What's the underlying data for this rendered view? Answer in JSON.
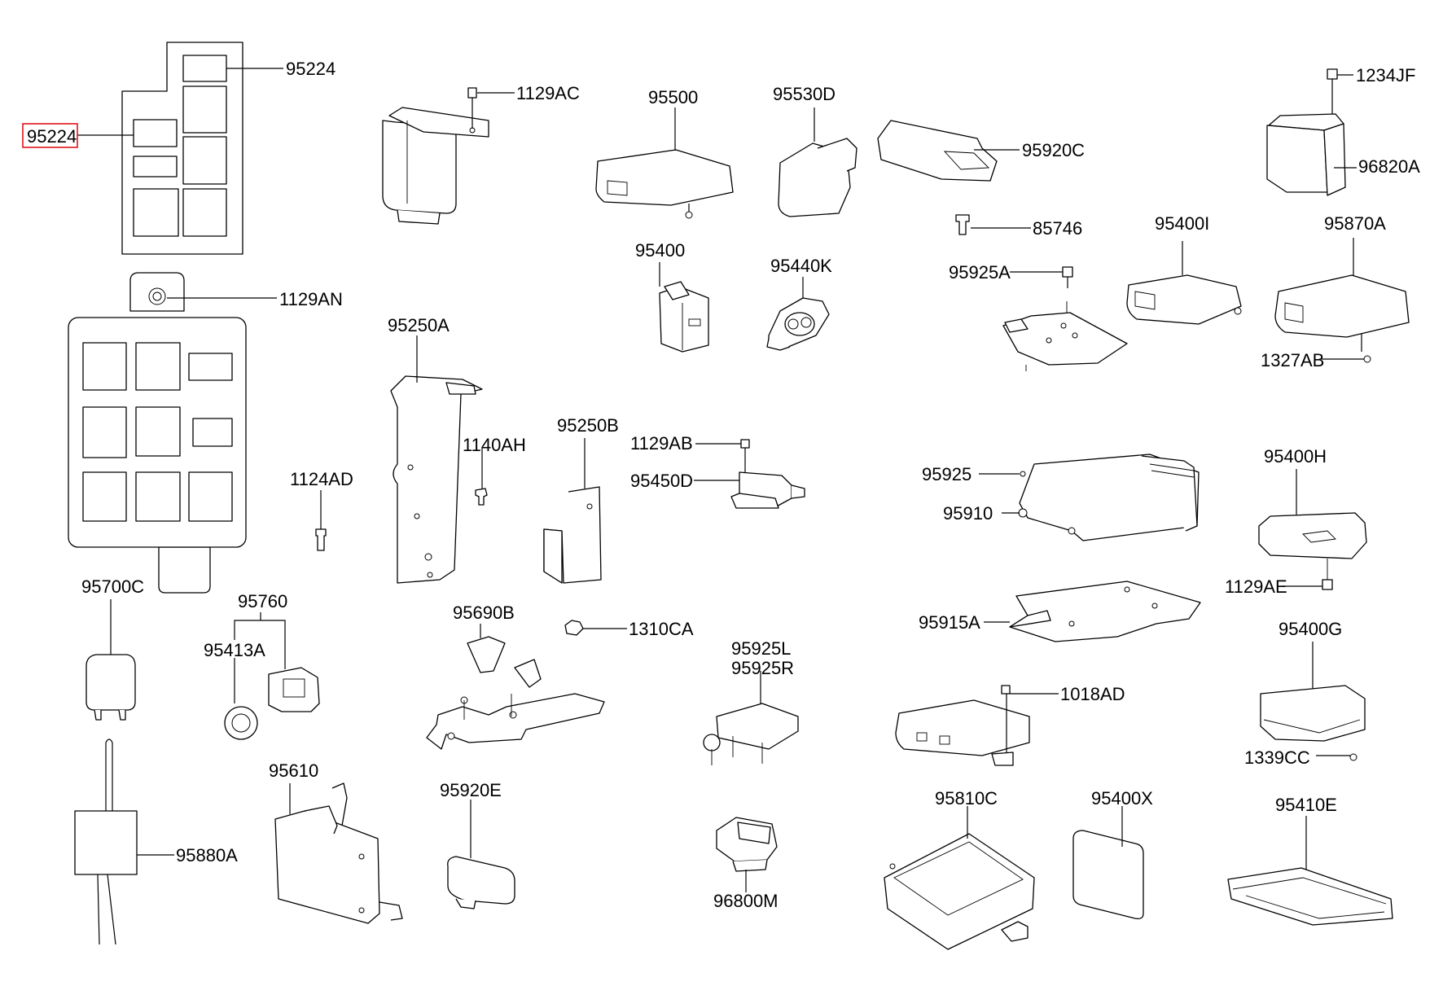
{
  "accent_color": "#e0151b",
  "labels": {
    "p95224_top": "95224",
    "p95224_left": "95224",
    "p1129AN": "1129AN",
    "p1129AC": "1129AC",
    "p95500": "95500",
    "p95530D": "95530D",
    "p95920C": "95920C",
    "p1234JF": "1234JF",
    "p96820A": "96820A",
    "p85746": "85746",
    "p95400I": "95400I",
    "p95870A": "95870A",
    "p95925A": "95925A",
    "p1327AB": "1327AB",
    "p95400": "95400",
    "p95440K": "95440K",
    "p95250A": "95250A",
    "p1140AH": "1140AH",
    "p1124AD": "1124AD",
    "p95250B": "95250B",
    "p1129AB": "1129AB",
    "p95450D": "95450D",
    "p95925": "95925",
    "p95910": "95910",
    "p95400H": "95400H",
    "p1129AE": "1129AE",
    "p95915A": "95915A",
    "p95700C": "95700C",
    "p95760": "95760",
    "p95413A": "95413A",
    "p95690B": "95690B",
    "p1310CA": "1310CA",
    "p95925L": "95925L",
    "p95925R": "95925R",
    "p1018AD": "1018AD",
    "p95400G": "95400G",
    "p1339CC": "1339CC",
    "p95610": "95610",
    "p95920E": "95920E",
    "p95880A": "95880A",
    "p95810C": "95810C",
    "p95400X": "95400X",
    "p95410E": "95410E",
    "p96800M": "96800M"
  }
}
